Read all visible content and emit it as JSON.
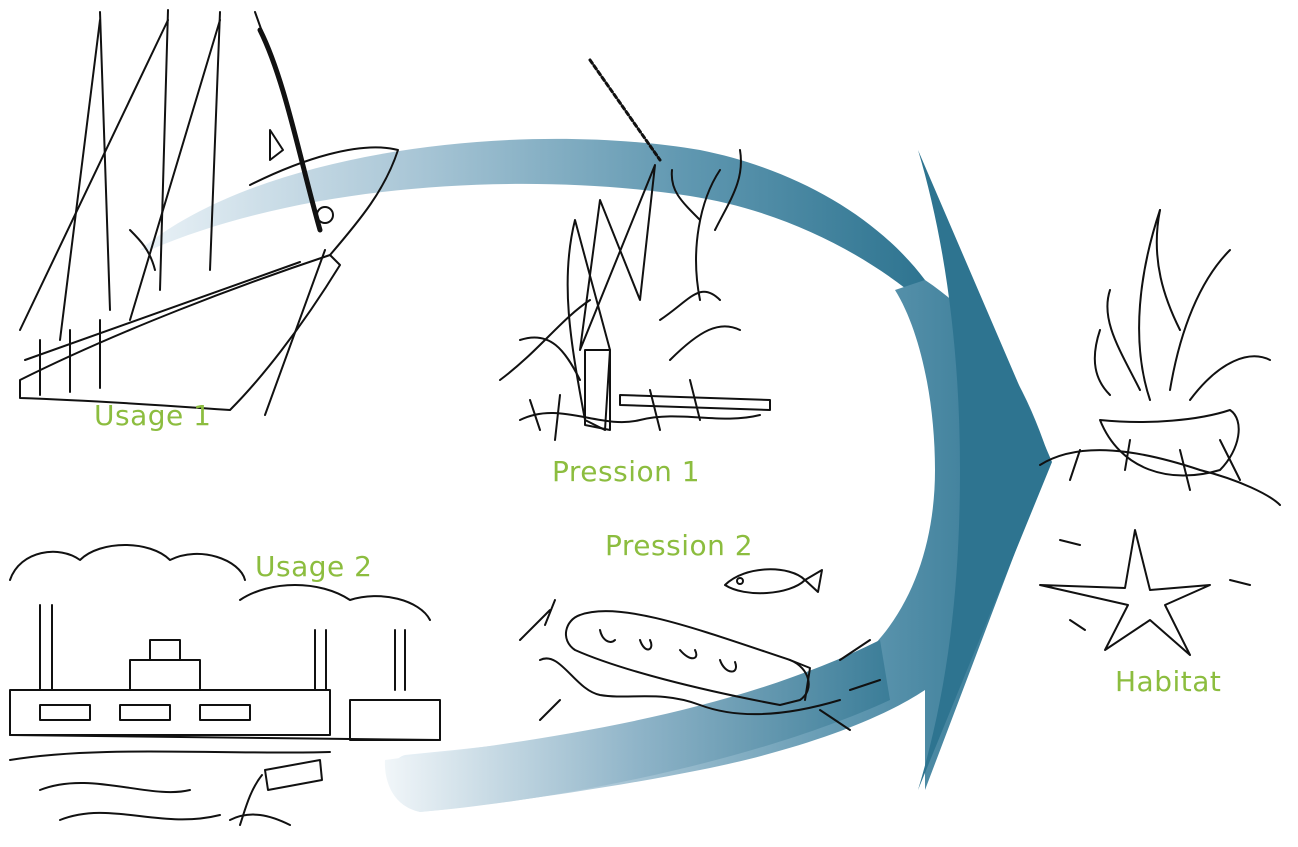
{
  "colors": {
    "label": "#8cbd3f",
    "arrow_dark": "#2e7490",
    "arrow_light": "#e8f1f6",
    "ink": "#111111"
  },
  "labels": {
    "usage1": "Usage 1",
    "usage2": "Usage 2",
    "pression1": "Pression 1",
    "pression2": "Pression 2",
    "habitat": "Habitat"
  },
  "icons": {
    "usage1": "sailboat-icon",
    "usage2": "factory-pollution-icon",
    "pression1": "anchor-on-seagrass-icon",
    "pression2": "plastic-bottle-waste-icon",
    "habitat": "seagrass-habitat-starfish-icon"
  }
}
